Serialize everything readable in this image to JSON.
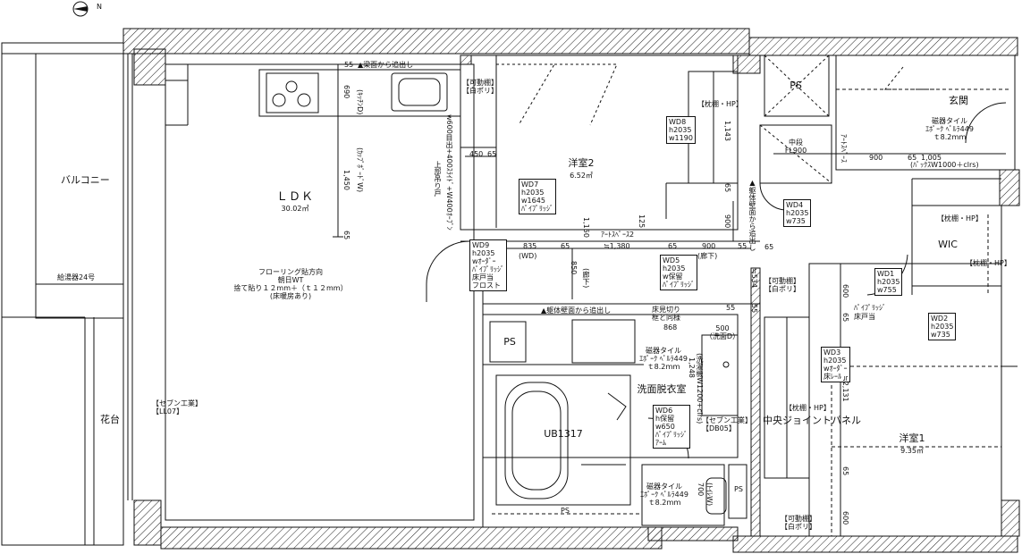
{
  "compass": {
    "north": "N"
  },
  "rooms": {
    "ldk_name": "ＬＤＫ",
    "ldk_area": "30.02㎡",
    "room2_name": "洋室2",
    "room2_area": "6.52㎡",
    "room1_name": "洋室1",
    "room1_area": "9.35㎡",
    "entrance_name": "玄関",
    "wic_name": "WIC",
    "washroom_name": "洗面脱衣室",
    "ub_name": "UB1317",
    "balcony_name": "バルコニー",
    "kadan_name": "花台",
    "center_panel": "中央ジョイントパネル",
    "ps": "PS"
  },
  "floor_note": [
    "フローリング貼方向",
    "朝日WT",
    "捨て貼り１２mm＋（ｔ１２mm）",
    "(床暖房あり)"
  ],
  "entrance_tile": [
    "磁器タイル",
    "ｴﾎﾟｰｸ ﾍﾟﾙﾗ449",
    "ｔ8.2ｍｍ"
  ],
  "wash_tile": [
    "磁器タイル",
    "ｴﾎﾟｰｸ ﾍﾟﾙﾗ449",
    "ｔ8.2ｍｍ"
  ],
  "toilet_tile": [
    "磁器タイル",
    "ｴﾎﾟｰｸ ﾍﾟﾙﾗ449",
    "ｔ8.2ｍｍ"
  ],
  "water_heater": "給湯器24号",
  "tags": {
    "movable_shelf_1": [
      "【可動棚】",
      "【白ポリ】"
    ],
    "movable_shelf_2": [
      "【可動棚】",
      "【白ポリ】"
    ],
    "movable_shelf_3": [
      "【可動棚】",
      "【白ポリ】"
    ],
    "pillow_shelf_1": "【枕棚・HP】",
    "pillow_shelf_2": "【枕棚・HP】",
    "pillow_shelf_3": "【枕棚・HP】",
    "pillow_shelf_4": "【枕棚・HP】",
    "seven_1": [
      "【セブン工業】",
      "【LL07】"
    ],
    "seven_2": [
      "【セブン工業】",
      "【DB05】"
    ],
    "middle_shelf": [
      "中段",
      "FL900"
    ],
    "washer": [
      "500",
      "（洗面D）"
    ],
    "floor_cut": [
      "床見切り",
      "框と同様"
    ]
  },
  "doors": {
    "wd1": [
      "WD1",
      "h2035",
      "w755"
    ],
    "wd2": [
      "WD2",
      "h2035",
      "w735"
    ],
    "wd3": [
      "WD3",
      "h2035",
      "wｵｰﾀﾞｰ",
      "床ﾚｰﾙ"
    ],
    "wd4": [
      "WD4",
      "h2035",
      "w735"
    ],
    "wd5": [
      "WD5",
      "h2035",
      "w保留",
      "ﾊﾟｲﾌﾟﾘｯｼﾞ"
    ],
    "wd6": [
      "WD6",
      "h保留",
      "w650",
      "ﾊﾟｲﾌﾟﾘｯｼﾞ",
      "ｱｰﾑ"
    ],
    "wd7": [
      "WD7",
      "h2035",
      "w1645",
      "ﾊﾟｲﾌﾟﾘｯｼﾞ"
    ],
    "wd8": [
      "WD8",
      "h2035",
      "w1190"
    ],
    "wd9": [
      "WD9",
      "h2035",
      "wｵｰﾀﾞｰ",
      "ﾊﾟｲﾌﾟﾘｯｼﾞ",
      "床戸当",
      "フロスト"
    ]
  },
  "notes": {
    "beam_top": "▲梁面から追出し",
    "beam_mid": "▲躯体壁面から追出し",
    "beam_right": "▲躯体壁面から追出し",
    "pipe_note": "ﾊﾟｲﾌﾟﾘｯｼﾞ",
    "door_stop": "床戸当",
    "upper_note": "上部吊り戸",
    "shelf_note": "w600目出+400ｽﾗｲﾄﾞ+W400ｵｰﾌﾟﾝ",
    "atspace": "ｱｰﾄｽﾍﾟｰｽ2",
    "atspace2": "ｱｰﾄｽﾍﾟｰｽ",
    "kitchen_note": "(ｷｯﾁﾝD)",
    "counter_note": "(ｶｯﾌﾟﾎﾞｰﾄﾞW)",
    "pax_note": "(ﾊﾟｯｸｽW1000＋clrs)",
    "wash_note": "(洗濯機W1200+clrs)",
    "wd_note": "(WD)",
    "hall_note": "(廊下)",
    "toilet_note": "(ﾄｲﾚW)",
    "hall_v": "(廊下)"
  },
  "dims": {
    "d55a": "55",
    "d690": "690",
    "d1450": "1,450",
    "d65a": "65",
    "d450": "450",
    "d65b": "65",
    "d1143": "1,143",
    "d1150": "1,150",
    "d835": "835",
    "d65c": "65",
    "d1380": "≒1,380",
    "d65d": "65",
    "d900a": "900",
    "d55b": "55",
    "d850": "850",
    "d868": "868",
    "d500": "500",
    "d1248": "1,248",
    "d900b": "900",
    "d65e": "65",
    "d1005": "1,005",
    "d900c": "900",
    "d65f": "65",
    "d600a": "600",
    "d65g": "65",
    "d2131": "≒2,131",
    "d65h": "65",
    "d600b": "600",
    "d534": "≒534",
    "d55c": "55",
    "d125": "125",
    "d700": "700",
    "d65i": "65",
    "d55d": "55"
  }
}
